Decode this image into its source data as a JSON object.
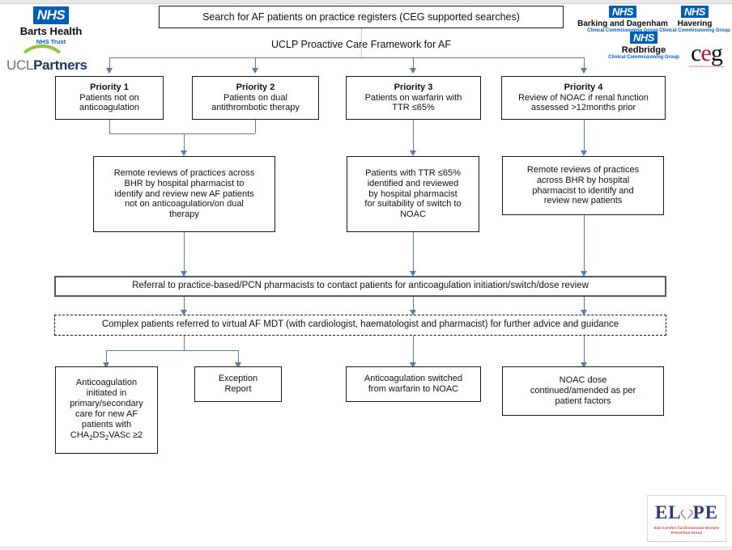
{
  "header": {
    "search_box": "Search for AF patients on practice registers (CEG supported searches)",
    "caption": "UCLP Proactive Care Framework for AF"
  },
  "logos": {
    "barts": {
      "badge": "NHS",
      "name": "Barts Health",
      "sub": "NHS Trust"
    },
    "uclpartners": {
      "prefix": "UCL",
      "suffix": "Partners"
    },
    "barking": {
      "badge": "NHS",
      "name": "Barking and Dagenham",
      "sub": "Clinical Commissioning Group"
    },
    "havering": {
      "badge": "NHS",
      "name": "Havering",
      "sub": "Clinical Commissioning Group"
    },
    "redbridge": {
      "badge": "NHS",
      "name": "Redbridge",
      "sub": "Clinical Commissioning Group"
    },
    "ceg": {
      "c": "c",
      "e": "e",
      "g": "g",
      "sub": "Clinical Effectiveness Group"
    },
    "elipse": {
      "el": "EL",
      "pe": "PE",
      "sub1": "East London Cardiovascular Disease",
      "sub2": "Prevention Group"
    }
  },
  "priorities": [
    {
      "title": "Priority 1",
      "desc_line1": "Patients not on",
      "desc_line2": "anticoagulation"
    },
    {
      "title": "Priority 2",
      "desc_line1": "Patients on dual",
      "desc_line2": "antithrombotic therapy"
    },
    {
      "title": "Priority 3",
      "desc_line1": "Patients on warfarin with",
      "desc_line2": "TTR ≤65%"
    },
    {
      "title": "Priority 4",
      "desc_line1": "Review of NOAC if renal function",
      "desc_line2": "assessed >12months prior"
    }
  ],
  "actions": [
    {
      "lines": [
        "Remote reviews of practices across",
        "BHR by hospital pharmacist to",
        "identify and review new AF patients",
        "not on anticoagulation/on dual",
        "therapy"
      ]
    },
    {
      "lines": [
        "Patients with TTR ≤65%",
        "identified and reviewed",
        "by hospital pharmacist",
        "for suitability of switch to",
        "NOAC"
      ]
    },
    {
      "lines": [
        "Remote reviews of practices",
        "across BHR by hospital",
        "pharmacist to identify and",
        "review new patients"
      ]
    }
  ],
  "referral_bar": "Referral to practice-based/PCN pharmacists to contact patients for anticoagulation initiation/switch/dose review",
  "mdt_bar": "Complex patients referred to virtual AF MDT (with cardiologist, haematologist and pharmacist) for further advice and guidance",
  "outcomes": [
    {
      "lines": [
        "Anticoagulation",
        "initiated  in",
        "primary/secondary",
        "care for new AF",
        "patients with"
      ],
      "score_prefix": "CHA",
      "score_sub1": "2",
      "score_mid": "DS",
      "score_sub2": "2",
      "score_suffix": "VASc ≥2"
    },
    {
      "lines": [
        "Exception",
        "Report"
      ]
    },
    {
      "lines": [
        "Anticoagulation switched",
        "from warfarin to NOAC"
      ]
    },
    {
      "lines": [
        "NOAC dose",
        "continued/amended as per",
        "patient factors"
      ]
    }
  ]
}
